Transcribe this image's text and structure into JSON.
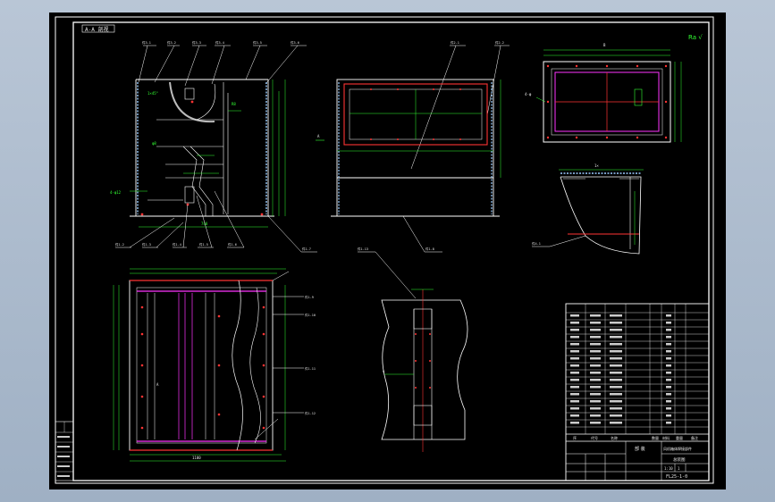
{
  "drawing": {
    "section_label": "A-A 剖视",
    "roughness_symbol": "Ra √",
    "title_block": {
      "table_header": [
        "序",
        "代号",
        "名称",
        "数量",
        "材料",
        "重量",
        "备注"
      ],
      "part_name_label": "部 装",
      "product_name": "风机箱体焊接部件",
      "assembly_label": "总装图",
      "drawing_number": "FL25-1-0",
      "scale": "1:10",
      "sheet": "1"
    }
  }
}
